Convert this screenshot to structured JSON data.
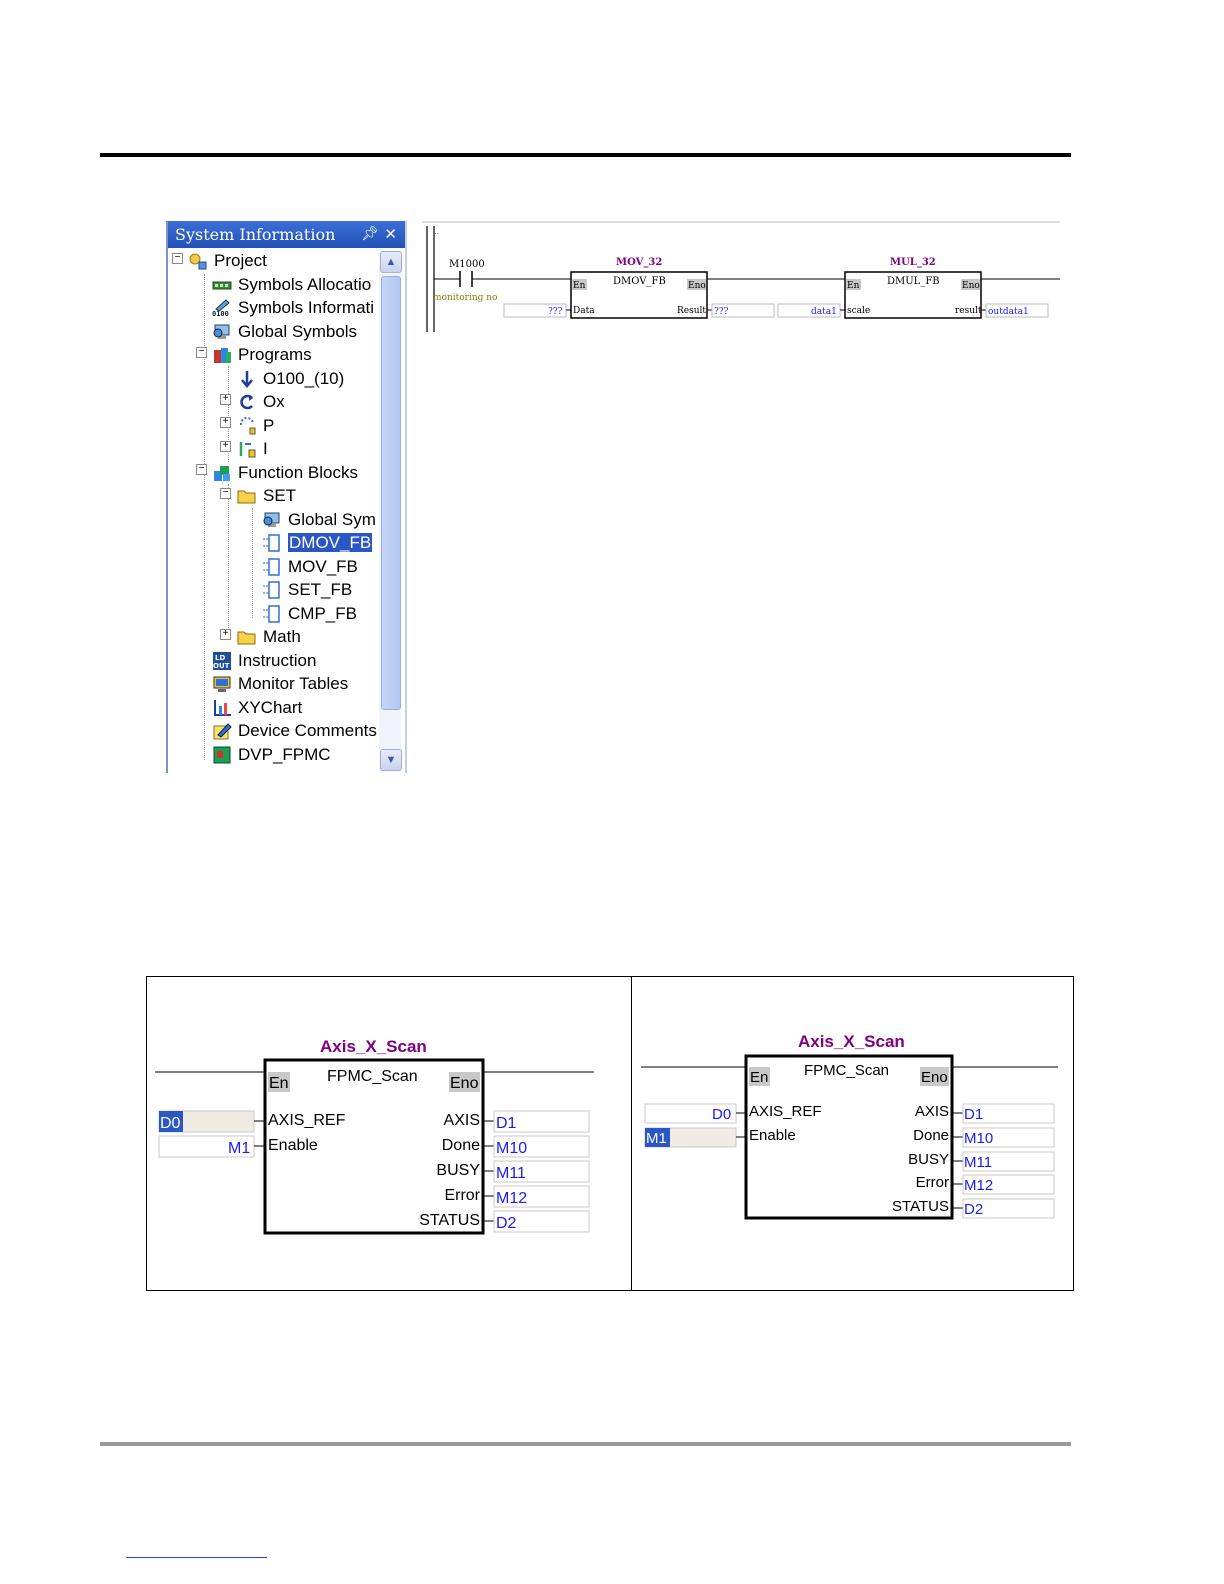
{
  "panel": {
    "title": "System Information",
    "pin_icon": "pin-icon",
    "close_icon": "close-icon",
    "tree": [
      {
        "label": "Project",
        "icon": "project-icon"
      },
      {
        "label": "Symbols Allocatio",
        "icon": "symbols-allocation-icon"
      },
      {
        "label": "Symbols Informati",
        "icon": "symbols-information-icon"
      },
      {
        "label": "Global Symbols",
        "icon": "global-symbols-icon"
      },
      {
        "label": "Programs",
        "icon": "programs-icon"
      },
      {
        "label": "O100_(10)",
        "icon": "arrow-down-icon"
      },
      {
        "label": "Ox",
        "icon": "cycle-icon"
      },
      {
        "label": "P",
        "icon": "subroutine-icon"
      },
      {
        "label": "I",
        "icon": "interrupt-icon"
      },
      {
        "label": "Function Blocks",
        "icon": "function-blocks-icon"
      },
      {
        "label": "SET",
        "icon": "folder-icon"
      },
      {
        "label": "Global Sym",
        "icon": "global-symbols-icon"
      },
      {
        "label": "DMOV_FB",
        "icon": "function-block-icon"
      },
      {
        "label": "MOV_FB",
        "icon": "function-block-icon"
      },
      {
        "label": "SET_FB",
        "icon": "function-block-icon"
      },
      {
        "label": "CMP_FB",
        "icon": "function-block-icon"
      },
      {
        "label": "Math",
        "icon": "folder-icon"
      },
      {
        "label": "Instruction",
        "icon": "instruction-icon"
      },
      {
        "label": "Monitor Tables",
        "icon": "monitor-icon"
      },
      {
        "label": "XYChart",
        "icon": "xychart-icon"
      },
      {
        "label": "Device Comments",
        "icon": "comments-icon"
      },
      {
        "label": "DVP_FPMC",
        "icon": "device-icon"
      }
    ]
  },
  "ladder": {
    "contact": "M1000",
    "contact_comment": "monitoring no",
    "block1": {
      "instance": "MOV_32",
      "type": "DMOV_FB",
      "en": "En",
      "eno": "Eno",
      "in_pin": "Data",
      "out_pin": "Result",
      "in_value": "???",
      "out_value": "???"
    },
    "block2": {
      "instance": "MUL_32",
      "type": "DMUL_FB",
      "en": "En",
      "eno": "Eno",
      "in_pin": "scale",
      "out_pin": "result",
      "in_value": "data1",
      "out_value": "outdata1"
    }
  },
  "fb_examples": [
    {
      "instance": "Axis_X_Scan",
      "type": "FPMC_Scan",
      "en": "En",
      "eno": "Eno",
      "inputs": [
        {
          "pin": "AXIS_REF",
          "value": "D0"
        },
        {
          "pin": "Enable",
          "value": "M1"
        }
      ],
      "outputs": [
        {
          "pin": "AXIS",
          "value": "D1"
        },
        {
          "pin": "Done",
          "value": "M10"
        },
        {
          "pin": "BUSY",
          "value": "M11"
        },
        {
          "pin": "Error",
          "value": "M12"
        },
        {
          "pin": "STATUS",
          "value": "D2"
        }
      ]
    },
    {
      "instance": "Axis_X_Scan",
      "type": "FPMC_Scan",
      "en": "En",
      "eno": "Eno",
      "inputs": [
        {
          "pin": "AXIS_REF",
          "value": "D0"
        },
        {
          "pin": "Enable",
          "value": "M1"
        }
      ],
      "outputs": [
        {
          "pin": "AXIS",
          "value": "D1"
        },
        {
          "pin": "Done",
          "value": "M10"
        },
        {
          "pin": "BUSY",
          "value": "M11"
        },
        {
          "pin": "Error",
          "value": "M12"
        },
        {
          "pin": "STATUS",
          "value": "D2"
        }
      ]
    }
  ]
}
